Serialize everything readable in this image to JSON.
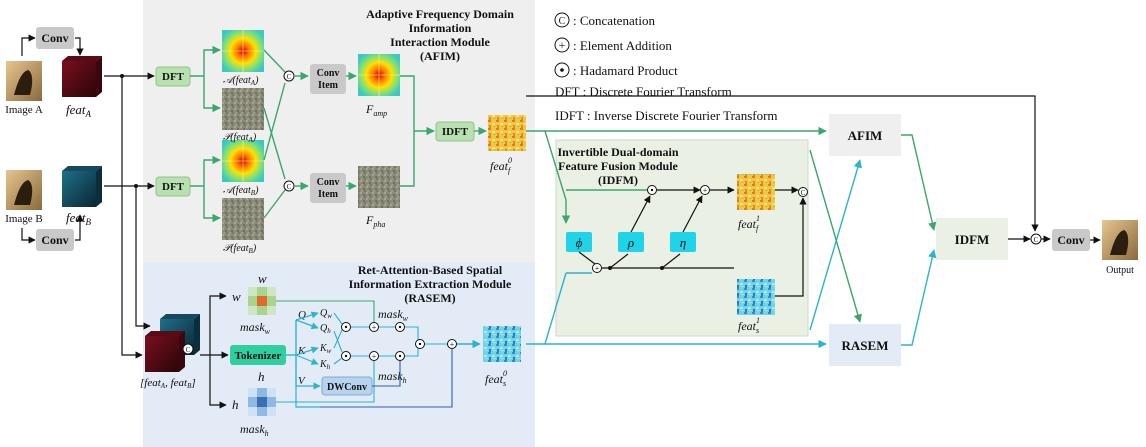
{
  "legend": {
    "concat": ": Concatenation",
    "add": ": Element Addition",
    "hadamard": ": Hadamard Product",
    "dft": "DFT : Discrete Fourier Transform",
    "idft": "IDFT : Inverse Discrete Fourier Transform"
  },
  "afim_module": {
    "title_1": "Adaptive Frequency Domain",
    "title_2": "Information",
    "title_3": "Interaction Module",
    "title_4": "(AFIM)"
  },
  "idfm_module": {
    "title_1": "Invertible Dual-domain",
    "title_2": "Feature Fusion Module",
    "title_3": "(IDFM)"
  },
  "rasem_module": {
    "title_1": "Ret-Attention-Based Spatial",
    "title_2": "Information Extraction Module",
    "title_3": "(RASEM)"
  },
  "inputs": {
    "image_a": "Image A",
    "image_b": "Image B",
    "feat_a": "feat",
    "feat_a_sub": "A",
    "feat_b": "feat",
    "feat_b_sub": "B",
    "concat_label": "[feat",
    "concat_sub_a": "A",
    "concat_mid": ", feat",
    "concat_sub_b": "B",
    "concat_end": "]"
  },
  "blocks": {
    "conv": "Conv",
    "dft": "DFT",
    "idft": "IDFT",
    "conv_item_1": "Conv",
    "conv_item_2": "Item",
    "tokenizer": "Tokenizer",
    "dwconv": "DWConv",
    "phi": "ϕ",
    "rho": "ρ",
    "eta": "η",
    "afim": "AFIM",
    "idfm": "IDFM",
    "rasem": "RASEM",
    "output": "Output"
  },
  "labels": {
    "amp_a": "𝒜(feat",
    "amp_a_sub": "A",
    "pha_a": "𝒫(feat",
    "pha_a_sub": "A",
    "amp_b": "𝒜(feat",
    "amp_b_sub": "B",
    "pha_b": "𝒫(feat",
    "pha_b_sub": "B",
    "close": ")",
    "f_amp": "F",
    "f_amp_sub": "amp",
    "f_pha": "F",
    "f_pha_sub": "pha",
    "feat_f0": "feat",
    "feat_f0_sub": "f",
    "feat_f0_sup": "0",
    "feat_s0": "feat",
    "feat_s0_sub": "s",
    "feat_s0_sup": "0",
    "feat_f1": "feat",
    "feat_f1_sub": "f",
    "feat_f1_sup": "1",
    "feat_s1": "feat",
    "feat_s1_sub": "s",
    "feat_s1_sup": "1",
    "w": "w",
    "h": "h",
    "mask_w": "mask",
    "mask_w_sub": "w",
    "mask_h": "mask",
    "mask_h_sub": "h",
    "q": "Q",
    "k": "K",
    "v": "V",
    "qw": "Q",
    "qw_sub": "w",
    "qh": "Q",
    "qh_sub": "h",
    "kw": "K",
    "kw_sub": "w",
    "kh": "K",
    "kh_sub": "h"
  },
  "colors": {
    "green_arrow": "#3aa76d",
    "cyan_arrow": "#2bb3cf",
    "afim_bg": "#efefef",
    "rasem_bg": "#e3ecf6",
    "idfm_bg": "#eaf0e4",
    "block_gray": "#c9c9c9",
    "dft_green": "#b9e0b0",
    "cyan_block": "#1fd3e8",
    "tokenizer": "#2fcf9f",
    "dwconv": "#b7d3ee"
  }
}
